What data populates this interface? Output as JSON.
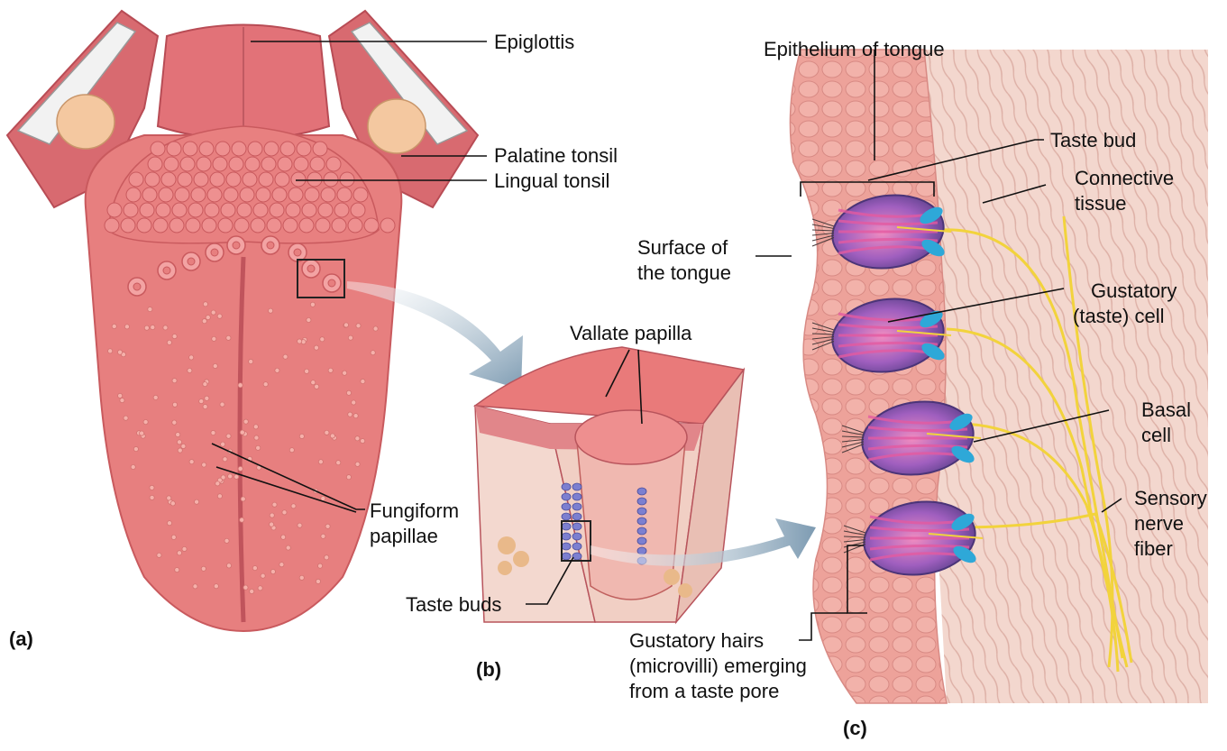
{
  "labels": {
    "epiglottis": "Epiglottis",
    "palatine_tonsil": "Palatine tonsil",
    "lingual_tonsil": "Lingual tonsil",
    "fungiform_1": "Fungiform",
    "fungiform_2": "papillae",
    "vallate_papilla": "Vallate papilla",
    "taste_buds": "Taste buds",
    "epithelium": "Epithelium of tongue",
    "taste_bud": "Taste bud",
    "connective_1": "Connective",
    "connective_2": "tissue",
    "surface_1": "Surface of",
    "surface_2": "the tongue",
    "gustatory_cell_1": "Gustatory",
    "gustatory_cell_2": "(taste) cell",
    "basal_1": "Basal",
    "basal_2": "cell",
    "sensory_1": "Sensory",
    "sensory_2": "nerve",
    "sensory_3": "fiber",
    "hairs_1": "Gustatory hairs",
    "hairs_2": "(microvilli) emerging",
    "hairs_3": "from a taste pore"
  },
  "panels": {
    "a": "(a)",
    "b": "(b)",
    "c": "(c)"
  },
  "colors": {
    "tongue": "#e77f7f",
    "tongue_dark": "#c95a5e",
    "tonsil": "#f4c8a0",
    "bud_purple": "#8c5fb0",
    "bud_pink": "#e05a9a",
    "bud_blue": "#2ea8d8",
    "nerve": "#f2d33c",
    "arrow": "#8fa9bd"
  }
}
